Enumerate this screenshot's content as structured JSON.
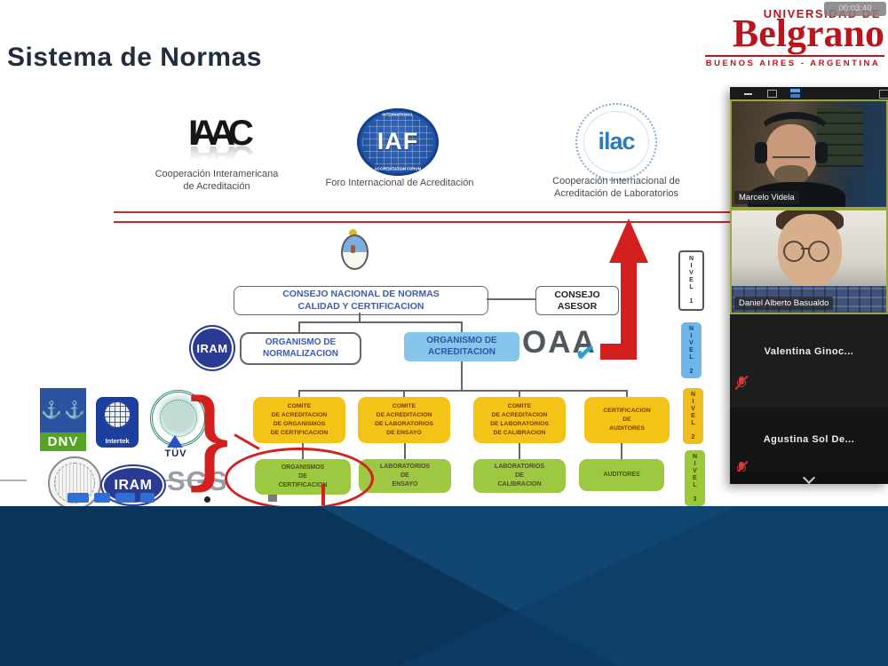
{
  "recording_timer": "00:03:40",
  "slide": {
    "title": "Sistema de Normas",
    "university": {
      "line_top": "UNIVERSIDAD DE",
      "name": "Belgrano",
      "line_bottom": "BUENOS AIRES - ARGENTINA"
    },
    "intl_orgs": {
      "iaac": {
        "logo": "IAAC",
        "caption": "Cooperación Interamericana\nde Acreditación"
      },
      "iaf": {
        "logo": "IAF",
        "ring_top": "INTERNATIONAL",
        "ring_bottom": "ACCREDITATION FORUM",
        "caption": "Foro Internacional de Acreditación"
      },
      "ilac": {
        "logo": "ilac",
        "caption": "Cooperación Internacional de\nAcreditación de Laboratorios"
      }
    },
    "diagram": {
      "consejo_nacional": "CONSEJO NACIONAL DE NORMAS\nCALIDAD Y CERTIFICACION",
      "consejo_asesor": "CONSEJO\nASESOR",
      "iram_badge": "IRAM",
      "organismo_normalizacion": "ORGANISMO DE\nNORMALIZACION",
      "organismo_acreditacion": "ORGANISMO DE\nACREDITACION",
      "oaa": "OAA",
      "oaa_check": "✔",
      "comites": [
        "COMITE\nDE ACREDITACION\nDE ORGANISMOS\nDE CERTIFICACION",
        "COMITE\nDE ACREDITACION\nDE LABORATORIOS\nDE ENSAYO",
        "COMITE\nDE ACREDITACION\nDE LABORATORIOS\nDE CALIBRACION",
        "CERTIFICACION\nDE\nAUDITORES"
      ],
      "organismos": [
        "ORGANISMOS\nDE\nCERTIFICACION",
        "LABORATORIOS\nDE\nENSAYO",
        "LABORATORIOS\nDE\nCALIBRACION",
        "AUDITORES"
      ],
      "niveles": [
        "NIVEL 1",
        "NIVEL 2",
        "NIVEL 2",
        "NIVEL 3"
      ],
      "highlight": "red ellipse around ORGANISMOS DE CERTIFICACION"
    },
    "certifier_logos": {
      "dnv": "DNV",
      "intertek": "Intertek",
      "tuv": "TÜV",
      "iram": "IRAM",
      "sgs": "SGS"
    }
  },
  "video_panel": {
    "participants": [
      {
        "name": "Marcelo Videla",
        "has_video": true
      },
      {
        "name": "Daniel Alberto Basualdo",
        "has_video": true
      },
      {
        "name": "Valentina Ginoc...",
        "has_video": false,
        "muted": true
      },
      {
        "name": "Agustina Sol De...",
        "has_video": false,
        "muted": true
      }
    ]
  },
  "colors": {
    "brand_red": "#b8151c",
    "accent_red": "#d41f1f",
    "diagram_blue_text": "#3b5bb5",
    "acreditacion_box": "#86c6ea",
    "comite_yellow": "#f4c318",
    "organismo_green": "#9dc841",
    "nivel2_blue": "#6fb6e8",
    "bottom_band_navy": "#0c3a62",
    "active_speaker_border": "#9aa63d"
  }
}
